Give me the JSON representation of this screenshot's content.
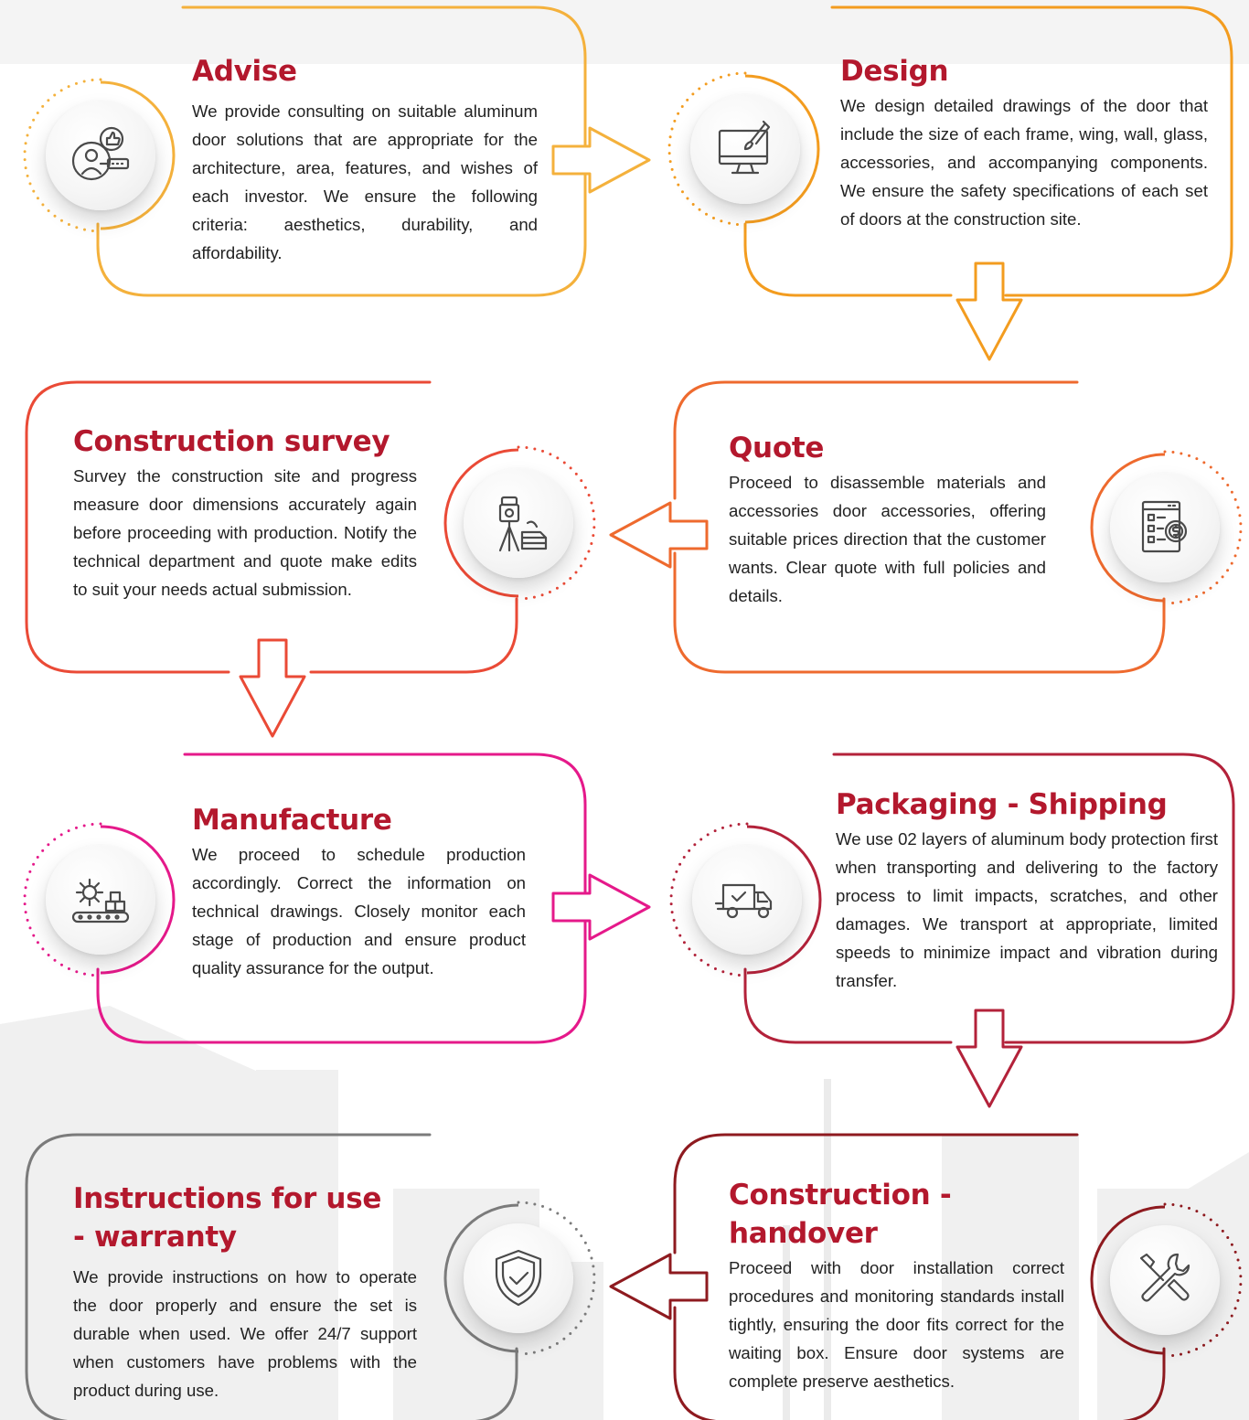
{
  "colors": {
    "title": "#b3182d",
    "body_text": "#222222",
    "icon_stroke": "#4a4a4a",
    "advise": "#f4b13c",
    "design": "#f39c1f",
    "survey": "#ea4a36",
    "quote": "#ee6a2e",
    "manufacture": "#e5198a",
    "packaging": "#b3223a",
    "handover": "#8e1a1f",
    "warranty": "#7b7b7b",
    "background_shapes": "#eeeeee"
  },
  "steps": [
    {
      "id": "advise",
      "title": "Advise",
      "text": "We provide consulting on suitable aluminum door solutions that are appropriate for the architecture, area, features, and wishes of each investor. We ensure the following criteria: aesthetics, durability, and affordability.",
      "icon": "consulting-thumbs-up-icon"
    },
    {
      "id": "design",
      "title": "Design",
      "text": "We design detailed drawings of the door that include the size of each frame, wing, wall, glass, accessories, and accompanying components. We ensure the safety specifications of each set of doors at the construction site.",
      "icon": "monitor-brush-icon"
    },
    {
      "id": "survey",
      "title": "Construction survey",
      "text": "Survey the construction site and progress measure door dimensions accurately again before proceeding with production. Notify the technical department and quote make edits to suit your needs actual submission.",
      "icon": "surveying-instrument-icon"
    },
    {
      "id": "quote",
      "title": "Quote",
      "text": "Proceed to disassemble materials and accessories door accessories, offering suitable prices direction that the customer wants. Clear quote with full policies and details.",
      "icon": "price-document-icon"
    },
    {
      "id": "manufacture",
      "title": "Manufacture",
      "text": "We proceed to schedule production accordingly. Correct the information on technical drawings. Closely monitor each stage of production and ensure product quality assurance for the output.",
      "icon": "gear-conveyor-icon"
    },
    {
      "id": "packaging",
      "title": "Packaging - Shipping",
      "text": "We use 02 layers of aluminum body protection first when transporting and delivering to the factory process to limit impacts, scratches, and other damages. We transport at appropriate, limited speeds to minimize impact and vibration during transfer.",
      "icon": "delivery-truck-icon"
    },
    {
      "id": "handover",
      "title": "Construction - handover",
      "text": "Proceed with door installation correct procedures and monitoring standards install tightly, ensuring the door fits correct for the waiting box. Ensure door systems are complete preserve aesthetics.",
      "icon": "wrench-screwdriver-icon"
    },
    {
      "id": "warranty",
      "title_line1": "Instructions for use",
      "title_line2": "- warranty",
      "text": "We provide instructions on how to operate the door properly and ensure the set is durable when used. We offer 24/7 support when customers have problems with the product during use.",
      "icon": "shield-check-icon"
    }
  ],
  "connectors": [
    {
      "from": "advise",
      "to": "design",
      "direction": "right"
    },
    {
      "from": "design",
      "to": "quote",
      "direction": "down"
    },
    {
      "from": "quote",
      "to": "survey",
      "direction": "left"
    },
    {
      "from": "survey",
      "to": "manufacture",
      "direction": "down"
    },
    {
      "from": "manufacture",
      "to": "packaging",
      "direction": "right"
    },
    {
      "from": "packaging",
      "to": "handover",
      "direction": "down"
    },
    {
      "from": "handover",
      "to": "warranty",
      "direction": "left"
    }
  ]
}
